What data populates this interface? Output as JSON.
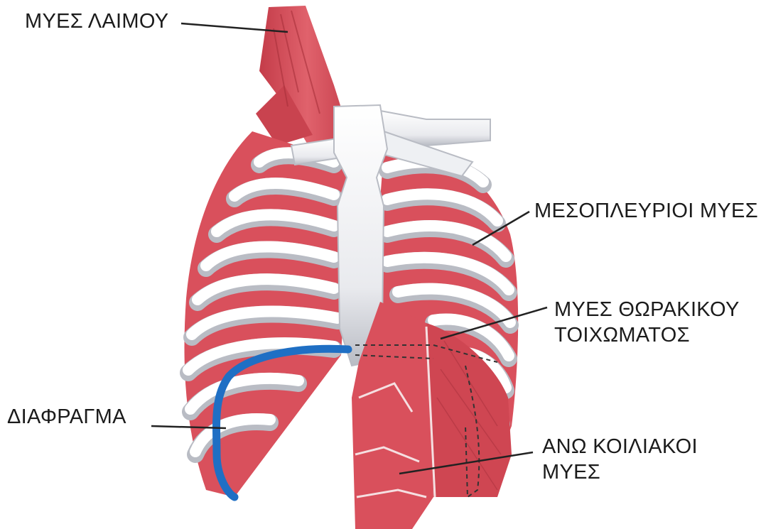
{
  "labels": {
    "neck_muscles": "ΜΥΕΣ  ΛΑΙΜΟΥ",
    "intercostal_muscles": "ΜΕΣΟΠΛΕΥΡΙΟΙ ΜΥΕΣ",
    "chest_wall_line1": "ΜΥΕΣ ΘΩΡΑΚΙΚΟΥ",
    "chest_wall_line2": "ΤΟΙΧΩΜΑΤΟΣ",
    "diaphragm": "ΔΙΑΦΡΑΓΜΑ",
    "abdominal_line1": "ΑΝΩ ΚΟΙΛΙΑΚΟΙ",
    "abdominal_line2": "ΜΥΕΣ"
  },
  "colors": {
    "muscle": "#d9505c",
    "muscle_dark": "#b8323e",
    "bone": "#f3f3f5",
    "bone_shadow": "#b9bcc4",
    "diaphragm": "#1f6fc4",
    "leader": "#222222"
  }
}
